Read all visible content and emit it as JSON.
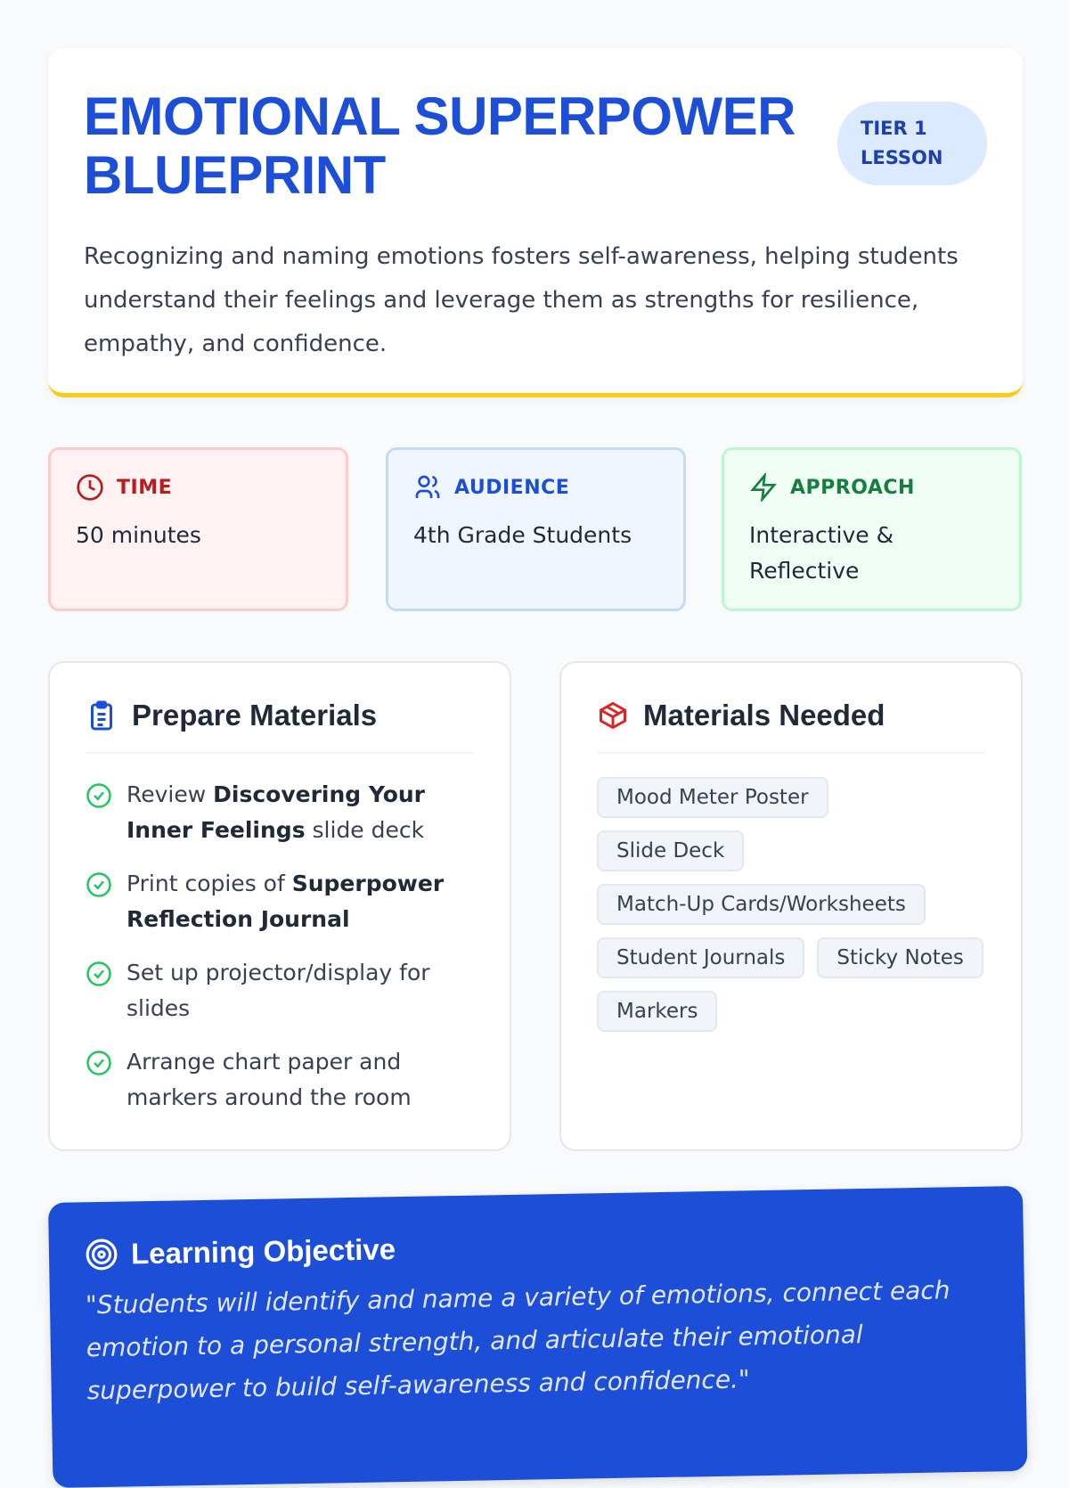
{
  "header": {
    "title": "EMOTIONAL SUPERPOWER BLUEPRINT",
    "badge": "TIER 1 LESSON",
    "description": "Recognizing and naming emotions fosters self-awareness, helping students understand their feelings and leverage them as strengths for resilience, empathy, and confidence."
  },
  "info": [
    {
      "label": "TIME",
      "value": "50 minutes",
      "icon": "clock-icon",
      "color": "#b91c1c"
    },
    {
      "label": "AUDIENCE",
      "value": "4th Grade Students",
      "icon": "users-icon",
      "color": "#1d4ed8"
    },
    {
      "label": "APPROACH",
      "value": "Interactive & Reflective",
      "icon": "lightning-icon",
      "color": "#15803d"
    }
  ],
  "prepare": {
    "title": "Prepare Materials",
    "items": [
      {
        "pre": "Review ",
        "bold": "Discovering Your Inner Feelings",
        "post": " slide deck"
      },
      {
        "pre": "Print copies of ",
        "bold": "Superpower Reflection Journal",
        "post": ""
      },
      {
        "pre": "Set up projector/display for slides",
        "bold": "",
        "post": ""
      },
      {
        "pre": "Arrange chart paper and markers around the room",
        "bold": "",
        "post": ""
      }
    ]
  },
  "materials": {
    "title": "Materials Needed",
    "tags": [
      "Mood Meter Poster",
      "Slide Deck",
      "Match-Up Cards/Worksheets",
      "Student Journals",
      "Sticky Notes",
      "Markers"
    ]
  },
  "objective": {
    "title": "Learning Objective",
    "text": "\"Students will identify and name a variety of emotions, connect each emotion to a personal strength, and articulate their emotional superpower to build self-awareness and confidence.\""
  }
}
